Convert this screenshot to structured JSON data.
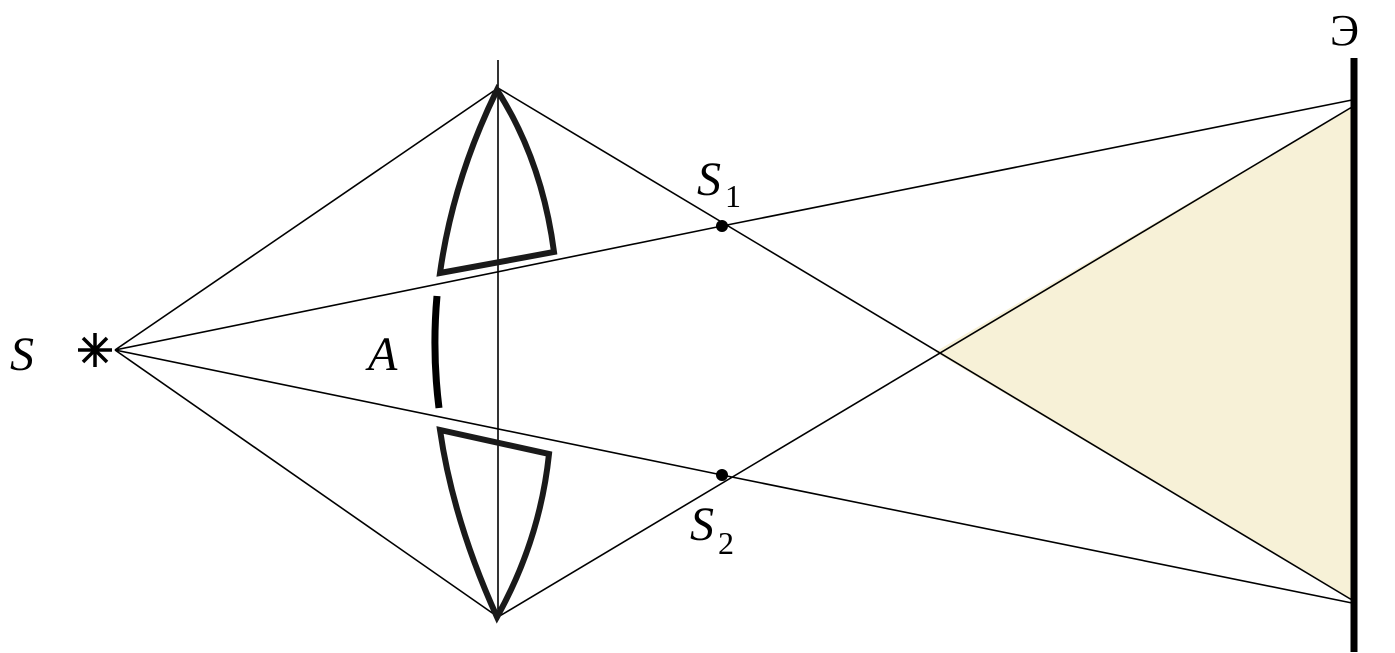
{
  "labels": {
    "source": "S",
    "image1_base": "S",
    "image1_sub": "1",
    "image2_base": "S",
    "image2_sub": "2",
    "aperture": "A",
    "screen": "Э"
  },
  "colors": {
    "interference_region": "#f7f1d7",
    "ink": "#000000",
    "lens_outline": "#1a1a1a"
  }
}
